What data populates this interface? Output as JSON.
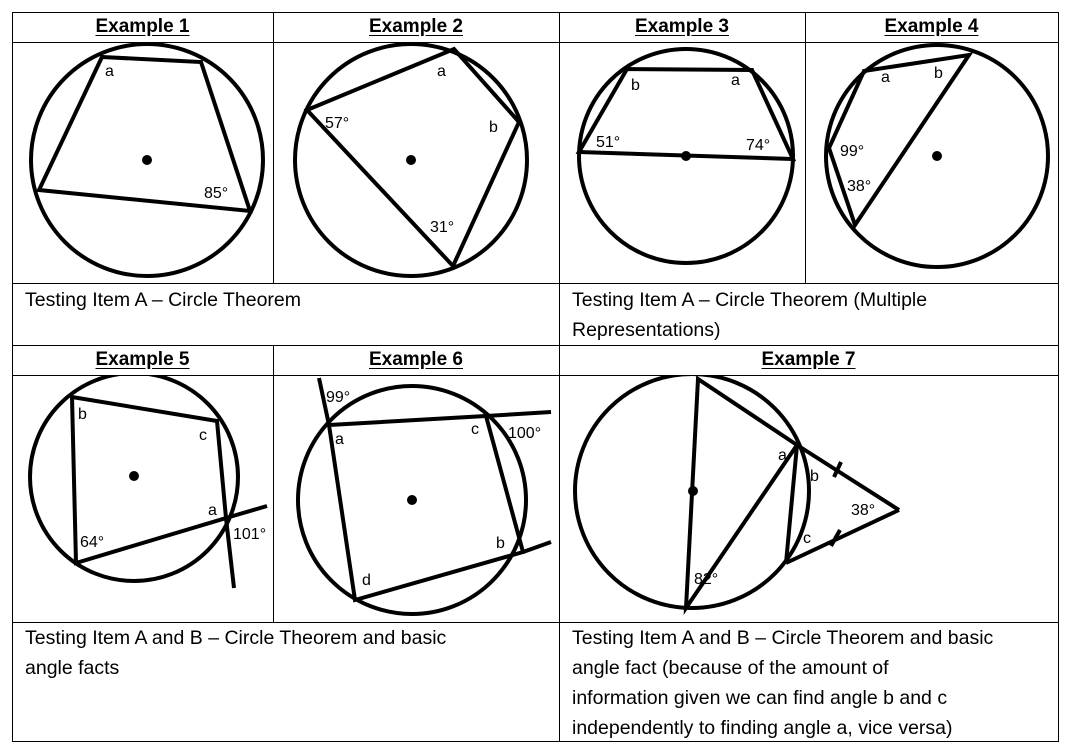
{
  "examples": {
    "ex1": {
      "title": "Example 1",
      "labels": [
        "a",
        "85°"
      ]
    },
    "ex2": {
      "title": "Example 2",
      "labels": [
        "a",
        "57°",
        "b",
        "31°"
      ]
    },
    "ex3": {
      "title": "Example 3",
      "labels": [
        "b",
        "a",
        "51°",
        "74°"
      ]
    },
    "ex4": {
      "title": "Example 4",
      "labels": [
        "a",
        "b",
        "99°",
        "38°"
      ]
    },
    "ex5": {
      "title": "Example 5",
      "labels": [
        "b",
        "c",
        "a",
        "64°",
        "101°"
      ]
    },
    "ex6": {
      "title": "Example 6",
      "labels": [
        "99°",
        "a",
        "c",
        "100°",
        "b",
        "d"
      ]
    },
    "ex7": {
      "title": "Example 7",
      "labels": [
        "a",
        "b",
        "38°",
        "c",
        "82°"
      ]
    }
  },
  "descriptions": {
    "row1_left": "Testing Item A – Circle Theorem",
    "row1_right": [
      "Testing Item A – Circle Theorem (Multiple",
      "Representations)"
    ],
    "row2_left": [
      "Testing Item A and B – Circle Theorem and basic",
      "angle facts"
    ],
    "row2_right": [
      "Testing Item A and B – Circle Theorem and basic",
      "angle fact (because of the amount of",
      "information given we can find angle b and c",
      "independently to finding angle a, vice versa)"
    ]
  }
}
